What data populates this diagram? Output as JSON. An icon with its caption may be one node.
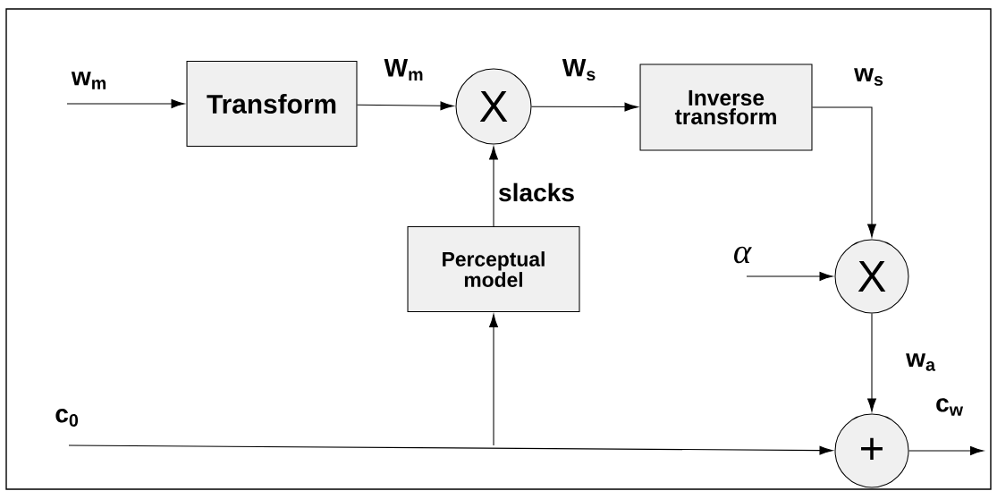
{
  "diagram": {
    "nodes": [
      {
        "text": [
          "Transform"
        ]
      },
      {
        "text": [
          "X"
        ]
      },
      {
        "text": [
          "Inverse transform"
        ]
      },
      {
        "text": [
          "Perceptual model"
        ]
      },
      {
        "text": [
          "X"
        ]
      },
      {
        "text": [
          "+"
        ]
      }
    ],
    "edges": [
      {
        "from": null,
        "to": 0,
        "arrow": "to",
        "label": "w$_{m}$"
      },
      {
        "from": 0,
        "to": 1,
        "arrow": "to",
        "label": "W$_{m}$"
      },
      {
        "from": 1,
        "to": 2,
        "arrow": "to",
        "label": "W$_{s}$"
      },
      {
        "from": 2,
        "to": 4,
        "arrow": "to",
        "label": "w$_{s}$"
      },
      {
        "from": 3,
        "to": 1,
        "arrow": "to",
        "label": "slacks"
      },
      {
        "from": null,
        "to": 4,
        "arrow": "to",
        "label": "α"
      },
      {
        "from": 4,
        "to": 5,
        "arrow": "to",
        "label": "w$_{a}$"
      },
      {
        "from": null,
        "to": 5,
        "arrow": "to",
        "label": "c$_{0}$"
      },
      {
        "from": null,
        "to": 3,
        "arrow": "to"
      },
      {
        "from": 5,
        "to": null,
        "arrow": "to",
        "label": "c$_{w}$"
      }
    ]
  }
}
